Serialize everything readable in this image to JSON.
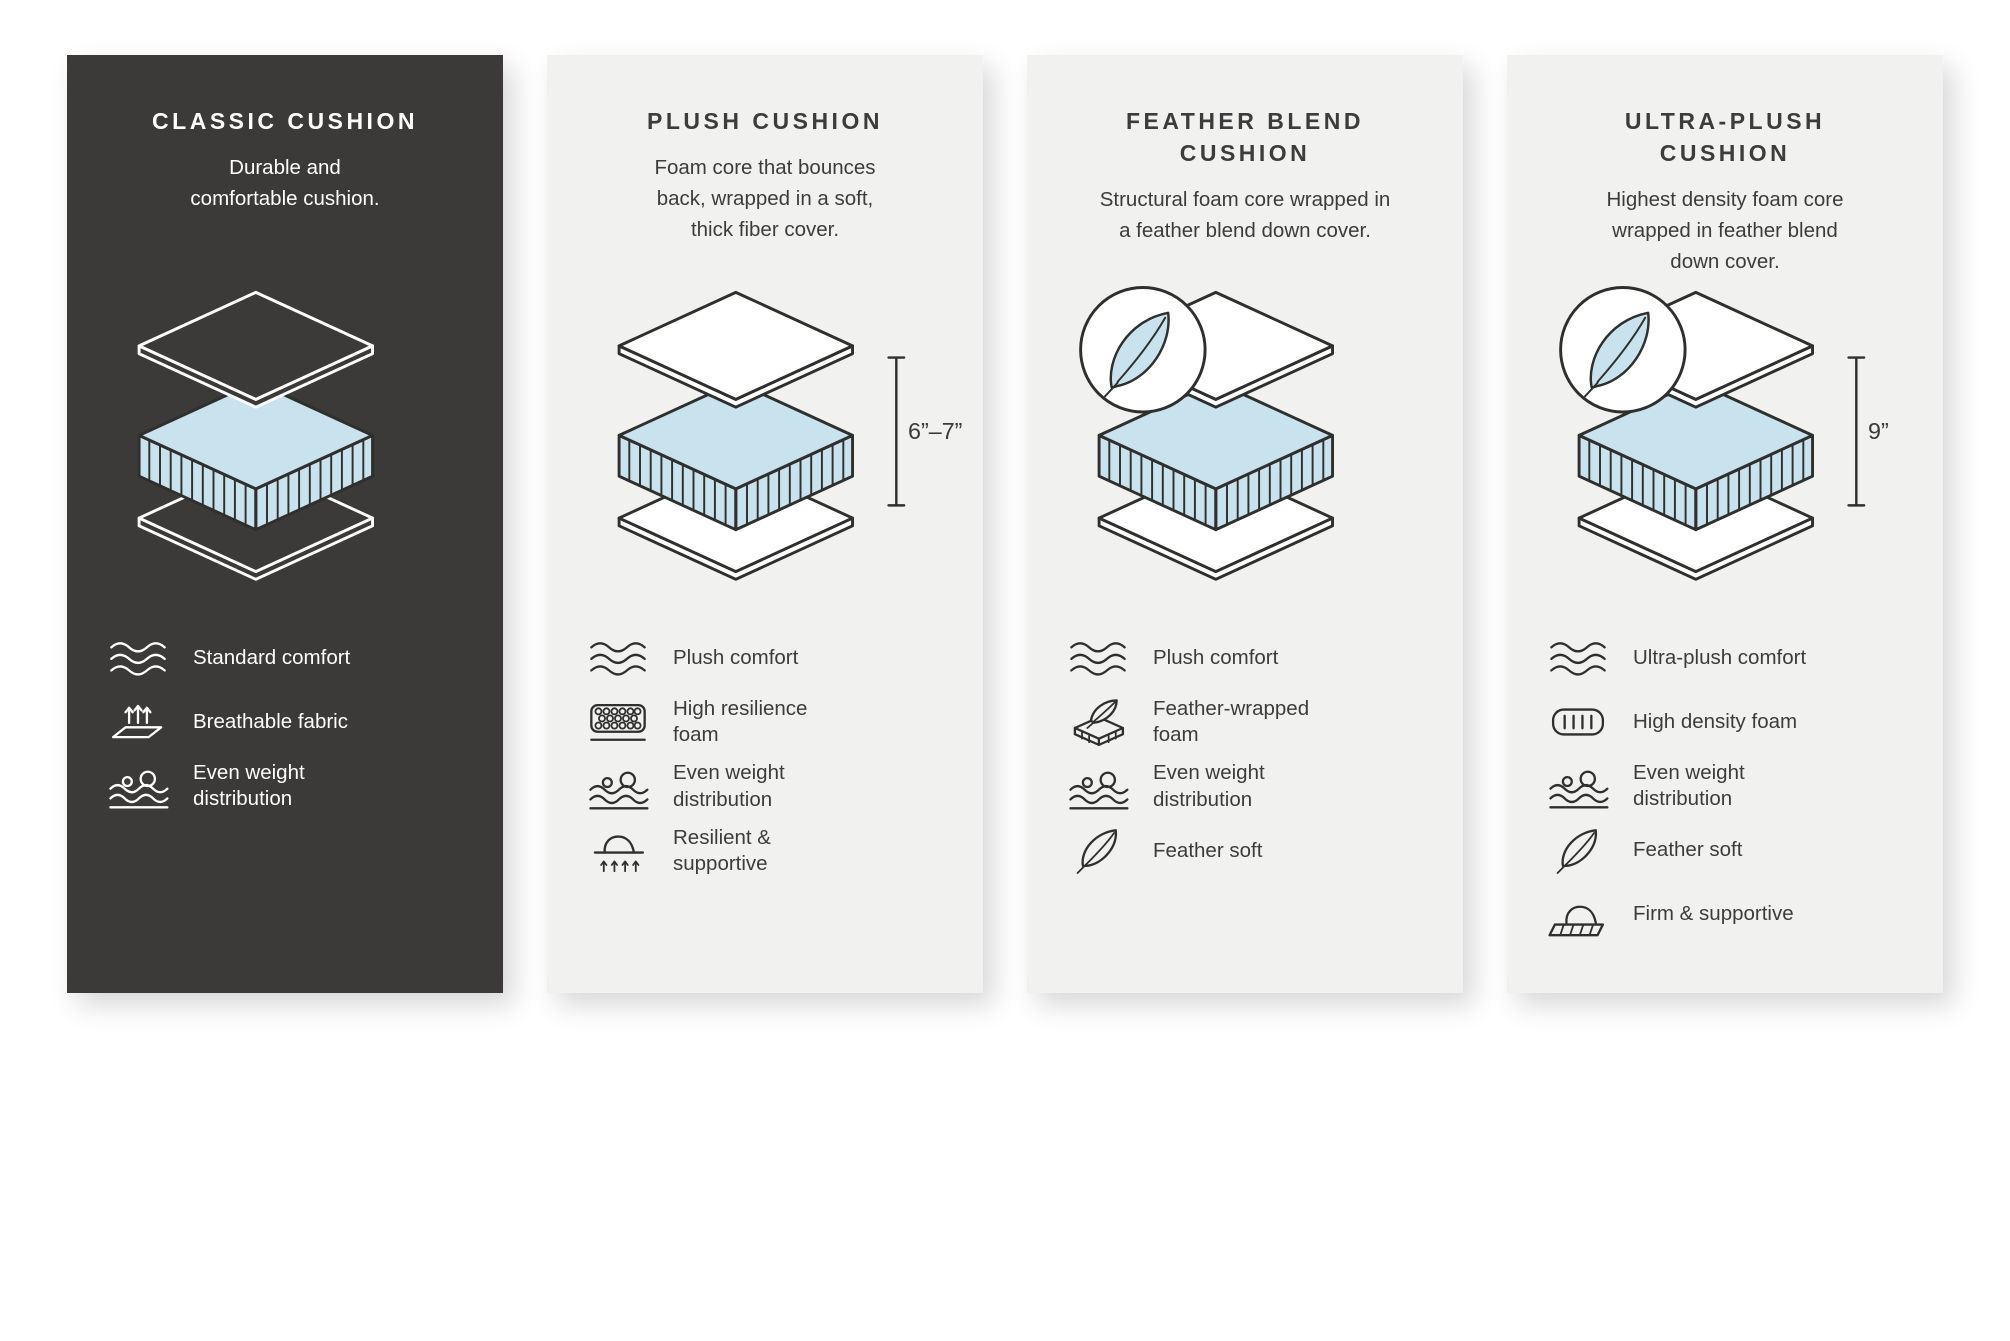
{
  "colors": {
    "page_bg": "#ffffff",
    "dark_card_bg": "#3b3a38",
    "light_card_bg": "#f1f1f0",
    "foam_blue": "#c9e3ee",
    "outline_dark": "#2f2f2e",
    "text_dark": "#3a3a3a",
    "text_light": "#ffffff"
  },
  "cards": [
    {
      "title": "CLASSIC CUSHION",
      "description": "Durable and\ncomfortable cushion.",
      "dimension": "",
      "features": [
        {
          "icon": "waves-icon",
          "label": "Standard comfort"
        },
        {
          "icon": "breathable-icon",
          "label": "Breathable fabric"
        },
        {
          "icon": "even-weight-icon",
          "label": "Even weight\ndistribution"
        }
      ]
    },
    {
      "title": "PLUSH CUSHION",
      "description": "Foam core that bounces\nback, wrapped in a soft,\nthick fiber cover.",
      "dimension": "6”–7”",
      "features": [
        {
          "icon": "waves-icon",
          "label": "Plush comfort"
        },
        {
          "icon": "foam-cells-icon",
          "label": "High resilience\nfoam"
        },
        {
          "icon": "even-weight-icon",
          "label": "Even weight\ndistribution"
        },
        {
          "icon": "resilient-icon",
          "label": "Resilient &\nsupportive"
        }
      ]
    },
    {
      "title": "FEATHER BLEND\nCUSHION",
      "description": "Structural foam core wrapped in\na feather blend down cover.",
      "dimension": "",
      "features": [
        {
          "icon": "waves-icon",
          "label": "Plush comfort"
        },
        {
          "icon": "feather-foam-icon",
          "label": "Feather-wrapped\nfoam"
        },
        {
          "icon": "even-weight-icon",
          "label": "Even weight\ndistribution"
        },
        {
          "icon": "feather-icon",
          "label": "Feather soft"
        }
      ]
    },
    {
      "title": "ULTRA-PLUSH\nCUSHION",
      "description": "Highest density foam core\nwrapped in feather blend\ndown cover.",
      "dimension": "9”",
      "features": [
        {
          "icon": "waves-icon",
          "label": "Ultra-plush comfort"
        },
        {
          "icon": "density-foam-icon",
          "label": "High density foam"
        },
        {
          "icon": "even-weight-icon",
          "label": "Even weight\ndistribution"
        },
        {
          "icon": "feather-icon",
          "label": "Feather soft"
        },
        {
          "icon": "firm-icon",
          "label": "Firm & supportive"
        }
      ]
    }
  ]
}
